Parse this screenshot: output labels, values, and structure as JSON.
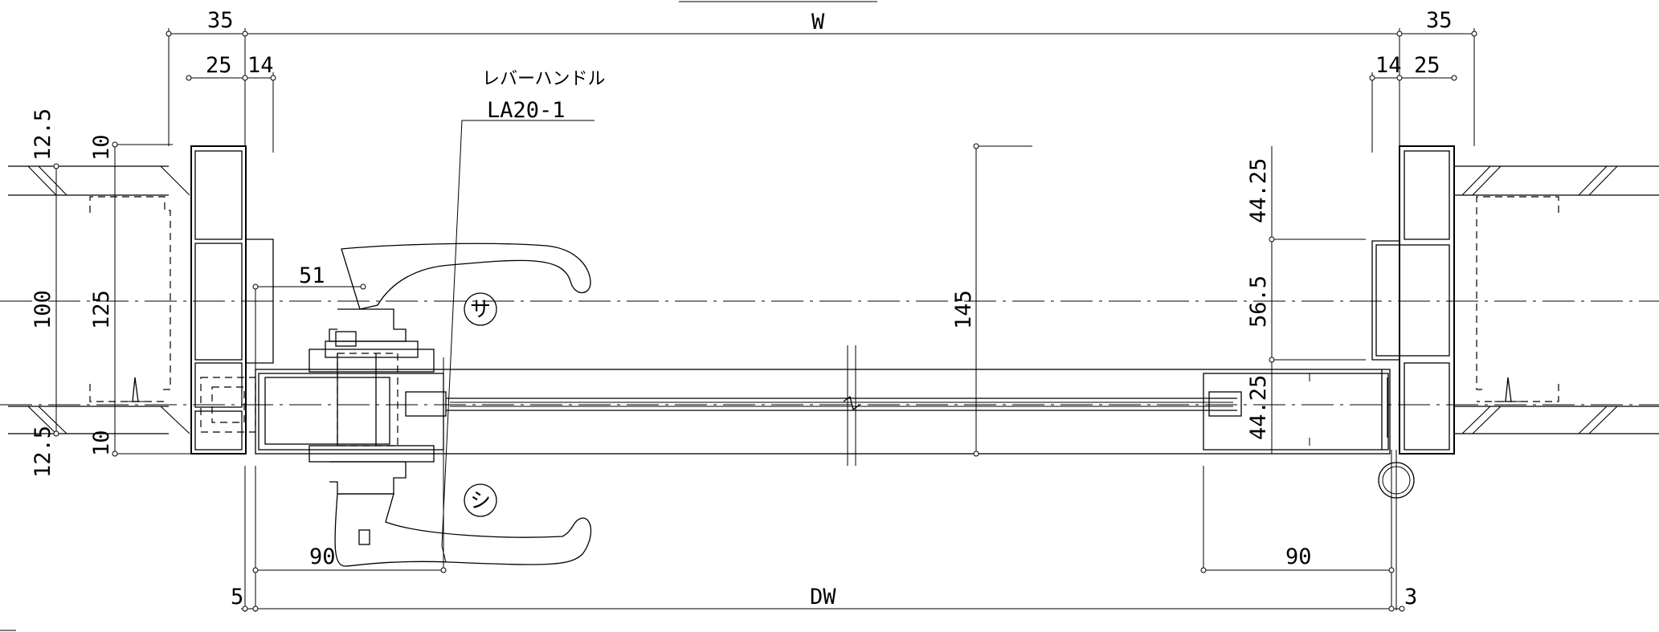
{
  "dimensions": {
    "w": "W",
    "dw": "DW",
    "left_35": "35",
    "right_35": "35",
    "left_25": "25",
    "left_14": "14",
    "right_14": "14",
    "right_25": "25",
    "left_12_5_top": "12.5",
    "left_10_top": "10",
    "left_100": "100",
    "left_125": "125",
    "left_12_5_bottom": "12.5",
    "left_10_bottom": "10",
    "handle_51": "51",
    "center_145": "145",
    "right_44_25_top": "44.25",
    "right_56_5": "56.5",
    "right_44_25_bottom": "44.25",
    "left_90": "90",
    "right_90": "90",
    "left_5": "5",
    "right_3": "3"
  },
  "labels": {
    "handle_name": "レバーハンドル",
    "handle_model": "LA20-1",
    "symbol_sa": "サ",
    "symbol_shi": "シ"
  }
}
